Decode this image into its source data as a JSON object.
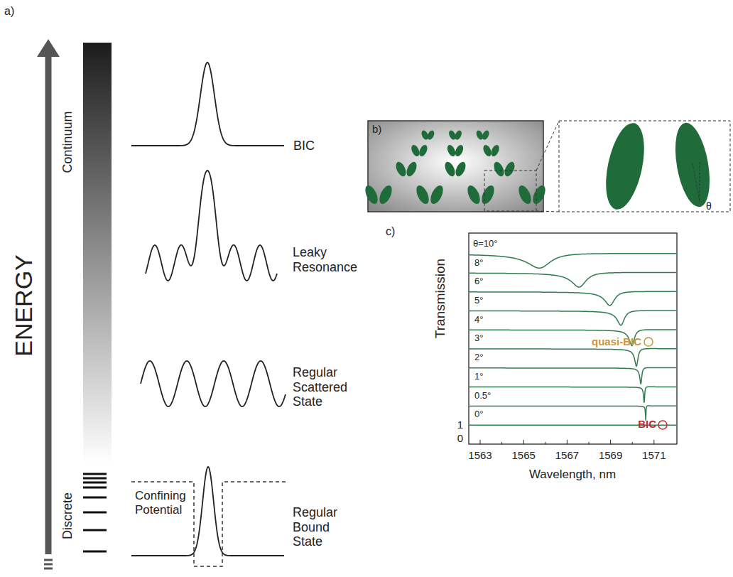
{
  "diagram": {
    "labels": [
      "a)",
      "ENERGY",
      "Continuum",
      "Discrete",
      "BIC",
      "Leaky Resonance",
      "Regular Scattered State",
      "Confining Potential",
      "Regular Bound State",
      "b)",
      "θ",
      "c)",
      "Transmission",
      "θ=10°",
      "8°",
      "6°",
      "5°",
      "4°",
      "3°",
      "2°",
      "1°",
      "0.5°",
      "0°",
      "quasi-BIC",
      "BIC",
      "1",
      "0",
      "1563",
      "1565",
      "1567",
      "1569",
      "1571",
      "Wavelength, nm"
    ]
  }
}
